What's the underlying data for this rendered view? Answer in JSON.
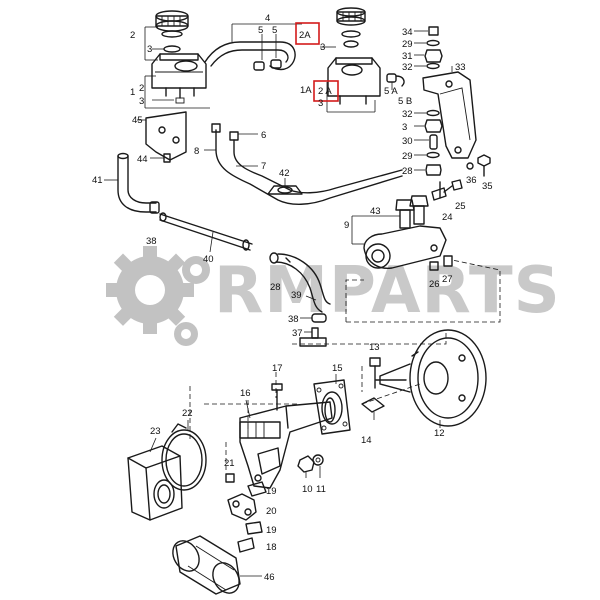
{
  "watermark": {
    "text": "RMPARTS"
  },
  "colors": {
    "line": "#1a1a1a",
    "watermark": "#c2c2c2",
    "highlight": "#d41b1b"
  },
  "labels": {
    "n1": "1",
    "n1A": "1A",
    "n2a": "2",
    "n2b": "2",
    "n2A_top": "2A",
    "n2A_mid": "2 A",
    "n3a": "3",
    "n3b": "3",
    "n3c": "3",
    "n3d": "3",
    "n4": "4",
    "n5a": "5",
    "n5b": "5",
    "n5A": "5 A",
    "n5B": "5 B",
    "n6": "6",
    "n7": "7",
    "n8": "8",
    "n9": "9",
    "n10": "10",
    "n11": "11",
    "n12": "12",
    "n13": "13",
    "n14": "14",
    "n15": "15",
    "n16": "16",
    "n17": "17",
    "n18": "18",
    "n19a": "19",
    "n19b": "19",
    "n20": "20",
    "n21": "21",
    "n22": "22",
    "n23": "23",
    "n24": "24",
    "n25": "25",
    "n26": "26",
    "n27": "27",
    "n28": "28",
    "n29a": "29",
    "n29b": "29",
    "n30": "30",
    "n31": "31",
    "n32a": "32",
    "n32b": "32",
    "n33": "33",
    "n34": "34",
    "n35": "35",
    "n36": "36",
    "n37": "37",
    "n38a": "38",
    "n38b": "38",
    "n39": "39",
    "n40": "40",
    "n41": "41",
    "n42": "42",
    "n43": "43",
    "n44": "44",
    "n45": "45",
    "n46": "46"
  }
}
